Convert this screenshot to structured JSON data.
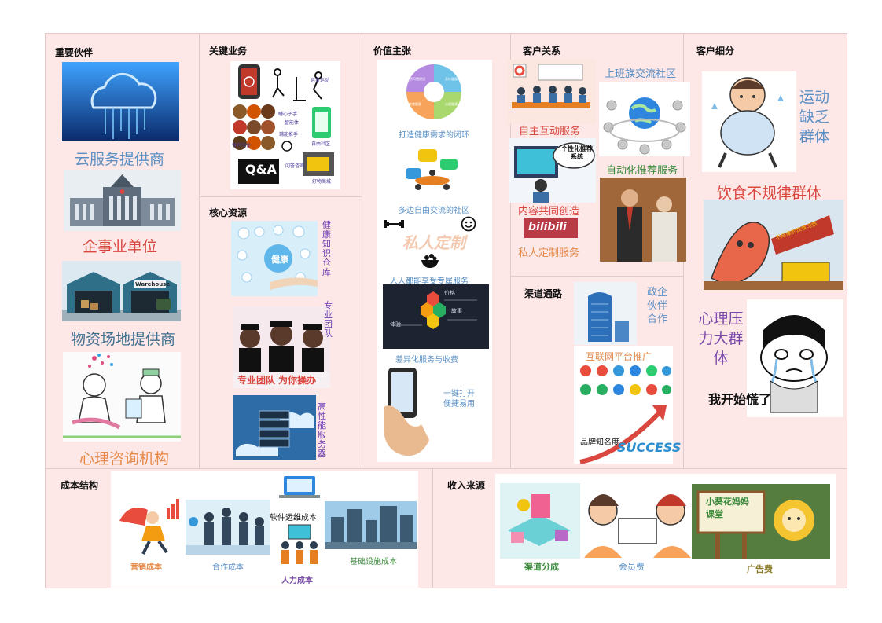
{
  "sections": {
    "partners": "重要伙伴",
    "activities": "关键业务",
    "value": "价值主张",
    "relations": "客户关系",
    "segments": "客户细分",
    "resources": "核心资源",
    "channels": "渠道通路",
    "cost": "成本结构",
    "revenue": "收入来源"
  },
  "partners": {
    "cloud": "云服务提供商",
    "enterprise": "企事业单位",
    "warehouse_sign": "Warehouse",
    "venue": "物资场地提供商",
    "psych": "心理咨询机构"
  },
  "activities": {
    "sport": "运身运动",
    "smart": "智能体",
    "smart2": "辅能推手",
    "mind": "睡心子手",
    "community": "自由社区",
    "q": "Q&A",
    "shop": "好物商城",
    "ask": "问答咨询",
    "diet": "营养饮食"
  },
  "resources": {
    "health": "健康",
    "kb": "健康知识仓库",
    "team_side": "专业团队",
    "team_banner": "专业团队 为你操办",
    "server": "高性能服务器"
  },
  "value": {
    "pie": [
      "生活习惯建设",
      "身体健康",
      "心理健康",
      "饮食健康"
    ],
    "loop": "打造健康需求的闭环",
    "community": "多边自由交流的社区",
    "custom": "私人定制",
    "exclusive": "人人都能享受专属服务",
    "diff1": "价格",
    "diff2": "体验",
    "diff3": "故事",
    "diff": "差异化服务与收费",
    "easy": "一键打开便捷易用"
  },
  "relations": {
    "office": "上班族交流社区",
    "interact": "自主互动服务",
    "recommend_bubble": "个性化推荐系统",
    "recommend": "自动化推荐服务",
    "cocreate": "内容共同创造",
    "bili": "bilibili",
    "custom": "私人定制服务"
  },
  "channels": {
    "gov": "政企伙伴合作",
    "internet": "互联网平台推广",
    "brand": "品牌知名度",
    "success": "SUCCESS"
  },
  "segments": {
    "sport": "运动缺乏群体",
    "diet": "饮食不规律群体",
    "diet_flag": "不规律的饮食习惯",
    "mental": "心理压力大群体",
    "panic": "我开始慌了"
  },
  "cost": {
    "marketing": "营销成本",
    "coop": "合作成本",
    "software": "软件运维成本",
    "human": "人力成本",
    "infra": "基础设施成本"
  },
  "revenue": {
    "channel": "渠道分成",
    "member": "会员费",
    "ad_board": "小葵花妈妈课堂",
    "ad": "广告费"
  },
  "colors": {
    "bg": "#fde7e7",
    "border": "#e3c9c9",
    "blue_label": "#5a8fc4",
    "red_label": "#d9473f",
    "orange_label": "#e58a4a",
    "green_label": "#3a8a3a",
    "purple_label": "#7a4aa8"
  }
}
